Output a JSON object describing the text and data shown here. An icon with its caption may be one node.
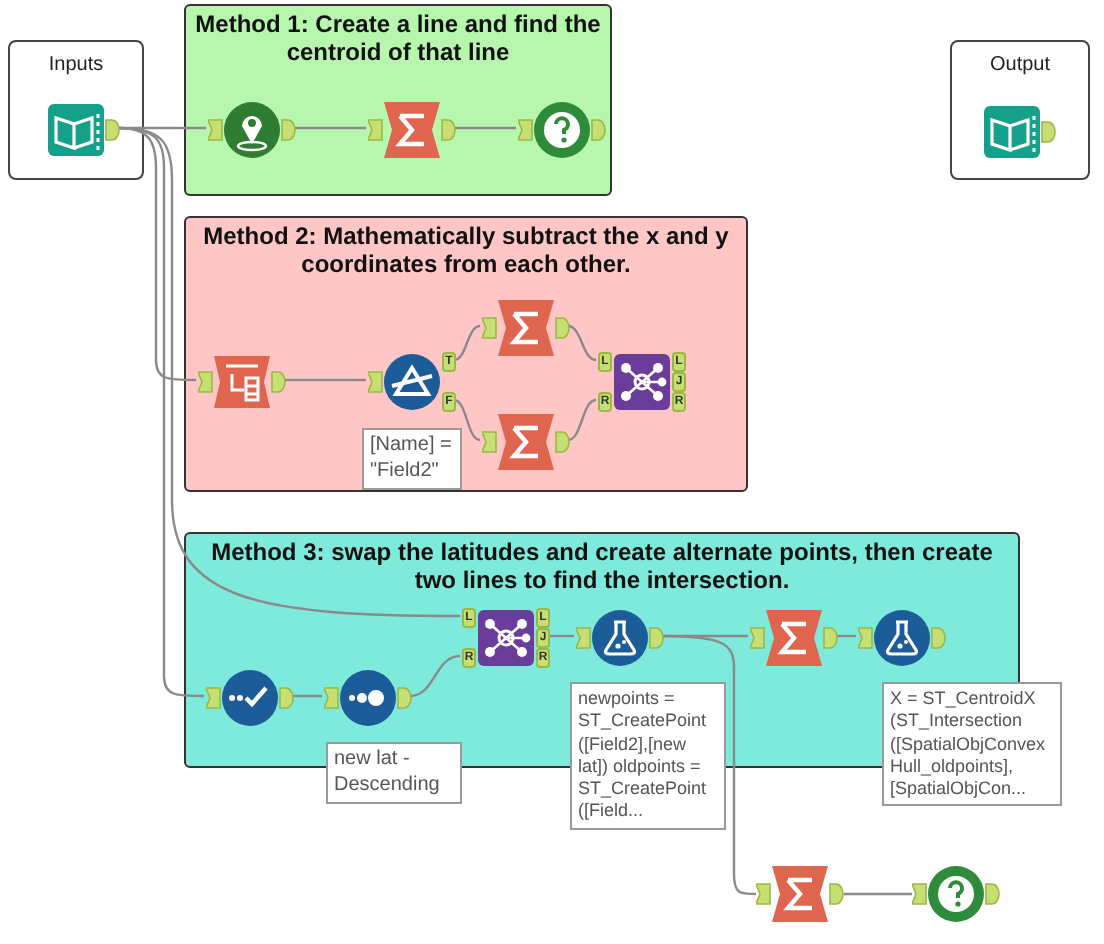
{
  "diagram": {
    "nodes": [
      {
        "text": [
          "Inputs"
        ]
      },
      {
        "text": [],
        "shape": "picture",
        "in": 0
      },
      {
        "text": [
          "Method 1: Create a line and find the centroid of that line"
        ]
      },
      {
        "text": [],
        "shape": "picture",
        "in": 2
      },
      {
        "text": [],
        "shape": "picture",
        "in": 2
      },
      {
        "text": [],
        "shape": "picture",
        "in": 2
      },
      {
        "text": [
          "Output"
        ]
      },
      {
        "text": [],
        "shape": "picture",
        "in": 6
      },
      {
        "text": [
          "Method 2: Mathematically subtract the x and y coordinates from each other."
        ]
      },
      {
        "text": [],
        "shape": "picture",
        "in": 8
      },
      {
        "text": [],
        "shape": "picture",
        "in": 8,
        "beside": [
          "[Name] = \"Field2\""
        ]
      },
      {
        "text": [],
        "shape": "picture",
        "in": 8
      },
      {
        "text": [],
        "shape": "picture",
        "in": 8
      },
      {
        "text": [],
        "shape": "picture",
        "in": 8
      },
      {
        "text": [
          "Method 3: swap the latitudes and create alternate points, then create two lines to find the intersection."
        ]
      },
      {
        "text": [],
        "shape": "picture",
        "in": 14
      },
      {
        "text": [],
        "shape": "picture",
        "in": 14
      },
      {
        "text": [],
        "shape": "picture",
        "in": 14,
        "beside": [
          "new lat - Descending"
        ]
      },
      {
        "text": [],
        "shape": "picture",
        "in": 14,
        "beside": [
          "newpoints = ST_CreatePoint ([Field2],[new lat]) oldpoints = ST_CreatePoint ([Field..."
        ]
      },
      {
        "text": [],
        "shape": "picture",
        "in": 14
      },
      {
        "text": [],
        "shape": "picture",
        "in": 14,
        "beside": [
          "X = ST_CentroidX (ST_Intersection ([SpatialObjConvexHull_oldpoints], [SpatialObjCon..."
        ]
      },
      {
        "text": [],
        "shape": "picture"
      },
      {
        "text": [],
        "shape": "picture"
      }
    ],
    "edges": [
      {
        "from": 1,
        "to": 3,
        "arrow": "none"
      },
      {
        "from": 3,
        "to": 4,
        "arrow": "none"
      },
      {
        "from": 4,
        "to": 5,
        "arrow": "none"
      },
      {
        "from": 1,
        "to": 9,
        "arrow": "none"
      },
      {
        "from": 9,
        "to": 10,
        "arrow": "none"
      },
      {
        "from": 10,
        "to": 11,
        "arrow": "none"
      },
      {
        "from": 10,
        "to": 12,
        "arrow": "none"
      },
      {
        "from": 11,
        "to": 13,
        "arrow": "none"
      },
      {
        "from": 12,
        "to": 13,
        "arrow": "none"
      },
      {
        "from": 1,
        "to": 15,
        "arrow": "none"
      },
      {
        "from": 1,
        "to": 16,
        "arrow": "none"
      },
      {
        "from": 16,
        "to": 17,
        "arrow": "none"
      },
      {
        "from": 17,
        "to": 15,
        "arrow": "none"
      },
      {
        "from": 15,
        "to": 18,
        "arrow": "none"
      },
      {
        "from": 18,
        "to": 19,
        "arrow": "none"
      },
      {
        "from": 19,
        "to": 20,
        "arrow": "none"
      },
      {
        "from": 18,
        "to": 21,
        "arrow": "none"
      },
      {
        "from": 21,
        "to": 22,
        "arrow": "none"
      }
    ],
    "labels": [
      "T",
      "F",
      "L",
      "R",
      "L",
      "J",
      "R",
      "L",
      "R",
      "L",
      "J",
      "R"
    ]
  }
}
